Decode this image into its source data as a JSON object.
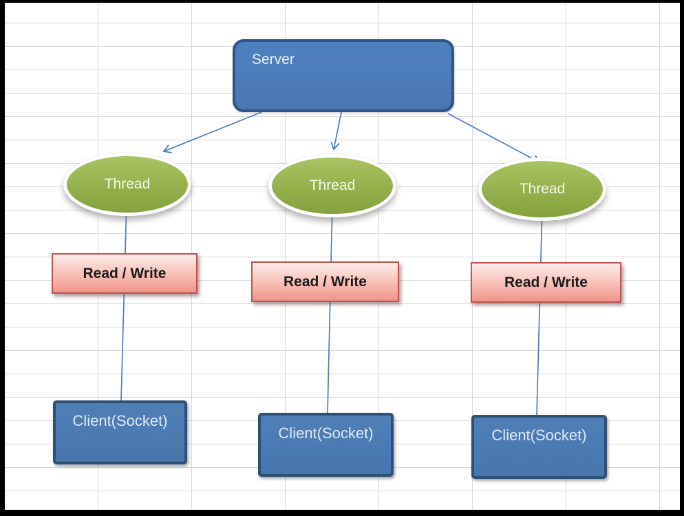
{
  "diagram": {
    "server": {
      "label": "Server"
    },
    "threads": [
      {
        "label": "Thread"
      },
      {
        "label": "Thread"
      },
      {
        "label": "Thread"
      }
    ],
    "read_write_boxes": [
      {
        "label": "Read / Write"
      },
      {
        "label": "Read / Write"
      },
      {
        "label": "Read / Write"
      }
    ],
    "clients": [
      {
        "label": "Client(Socket)"
      },
      {
        "label": "Client(Socket)"
      },
      {
        "label": "Client(Socket)"
      }
    ],
    "edges": [
      {
        "from": "Server",
        "to": "Thread 1",
        "style": "arrow"
      },
      {
        "from": "Server",
        "to": "Thread 2",
        "style": "arrow"
      },
      {
        "from": "Server",
        "to": "Thread 3",
        "style": "arrow"
      },
      {
        "from": "Thread 1",
        "through": "Read / Write 1",
        "to": "Client(Socket) 1",
        "style": "line"
      },
      {
        "from": "Thread 2",
        "through": "Read / Write 2",
        "to": "Client(Socket) 2",
        "style": "line"
      },
      {
        "from": "Thread 3",
        "through": "Read / Write 3",
        "to": "Client(Socket) 3",
        "style": "line"
      }
    ],
    "colors": {
      "node_blue": "#4c7cb8",
      "node_blue_border": "#2f5584",
      "thread_green": "#94b04b",
      "thread_ring": "#ffffff",
      "read_write_pink": "#f6b2a9",
      "read_write_border": "#bd534e",
      "connector_blue": "#4a7ebb",
      "grid_line": "#d9d9d9",
      "frame": "#000000",
      "background": "#ffffff"
    }
  }
}
